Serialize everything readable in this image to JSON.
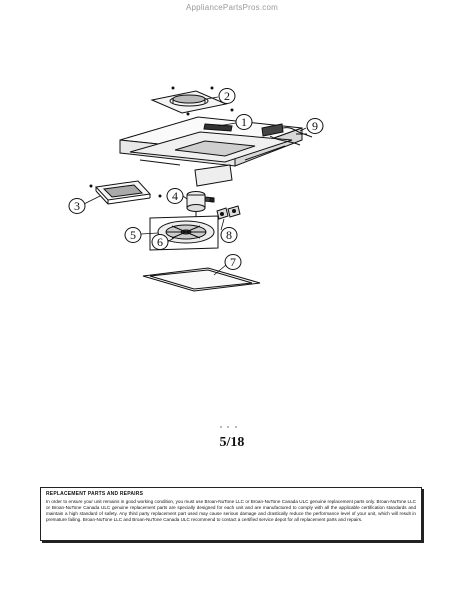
{
  "watermark": "AppliancePartsPros.com",
  "page_number": "5/18",
  "callouts": [
    {
      "id": "1",
      "label": "1"
    },
    {
      "id": "2",
      "label": "2"
    },
    {
      "id": "3",
      "label": "3"
    },
    {
      "id": "4",
      "label": "4"
    },
    {
      "id": "5",
      "label": "5"
    },
    {
      "id": "6",
      "label": "6"
    },
    {
      "id": "7",
      "label": "7"
    },
    {
      "id": "8",
      "label": "8"
    },
    {
      "id": "9",
      "label": "9"
    }
  ],
  "notice": {
    "title": "Replacement Parts and Repairs",
    "body": "In order to ensure your unit remains in good working condition, you must use Broan-NuTone LLC or Broan-NuTone Canada ULC genuine replacement parts only. Broan-NuTone LLC or Broan-NuTone Canada ULC genuine replacement parts are specially designed for each unit and are manufactured to comply with all the applicable certification standards and maintain a high standard of safety. Any third party replacement part used may cause serious damage and drastically reduce the performance level of your unit, which will result in premature failing. Broan-NuTone LLC and Broan-NuTone Canada ULC recommend to contact a certified service depot for all replacement parts and repairs."
  }
}
